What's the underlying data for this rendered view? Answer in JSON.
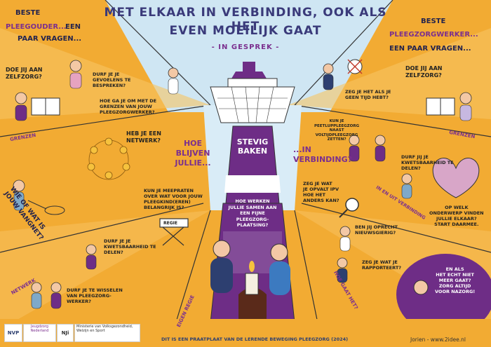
{
  "header": {
    "title_line1": "MET ELKAAR IN VERBINDING, OOK ALS HET",
    "title_line2": "EVEN MOEILIJK GAAT",
    "subtitle": "- IN GESPREK -"
  },
  "left_top": {
    "greeting_1": "BESTE",
    "greeting_2": "PLEEGOUDER...",
    "greeting_3": "EEN",
    "greeting_4": "PAAR VRAGEN...",
    "q_zelfzorg": "DOE JIJ AAN\nZELFZORG?",
    "q_gevoelens": "DURF JE JE\nGEVOELENS TE\nBESPREKEN?",
    "q_grenzen": "HOE GA JE OM MET DE\nGRENZEN VAN JOUW\nPLEEGZORGWERKER?",
    "tag_grenzen": "GRENZEN"
  },
  "right_top": {
    "greeting_1": "BESTE",
    "greeting_2": "PLEEGZORGWERKER...",
    "greeting_3": "EEN PAAR VRAGEN...",
    "q_zelfzorg": "DOE JIJ AAN\nZELFZORG?",
    "q_tijd": "ZEG JE HET ALS JE\nGEEN TIJD HEBT?",
    "tag_grenzen": "GRENZEN"
  },
  "left_middle": {
    "q_vangnet": "WIE OF WAT IS\nJOUW VANGNET?",
    "q_netwerk": "HEB JE EEN\nNETWERK?",
    "hoe_blijven": "HOE\nBLIJVEN\nJULLIE...",
    "q_meepraten": "KUN JE MEEPRATEN\nOVER WAT VOOR JOUW\nPLEEGKIND(EREN)\nBELANGRIJK IS?",
    "regie_label": "REGIE",
    "q_kwetsbaar": "DURF JE JE\nKWETSBAARHEID TE\nDELEN?",
    "tag_netwerk": "NETWERK",
    "q_wisselen": "DURF JE TE WISSELEN\nVAN PLEEGZORG-\nWERKER?",
    "tag_eigen_regie": "EIGEN REGIE"
  },
  "right_middle": {
    "q_spelen": "KUN JE\nPEETLUPPLEEGZORG\nNAAST\nVOLTIJDPLEEGZORG\nZETTEN?",
    "in_verbinding": "...IN\nVERBINDING?",
    "q_kwetsbaar": "DURF JIJ JE\nKWETSBAARHEID TE\nDELEN?",
    "q_opvalt": "ZEG JE WAT\nJE OPVALT IPV\nHOE HET\nANDERS KAN?",
    "tag_in_en_uit": "IN EN UIT VERBINDING",
    "q_onderwerp": "OP WELK\nONDERWERP VINDEN\nJULLIE ELKAAR?\nSTART DAARMEE.",
    "q_nieuwsgierig": "BEN JIJ OPRECHT\nNIEUWSGIERIG?",
    "q_rapporteert": "ZEG JE WAT JE\nRAPPORTEERT?",
    "tag_hoe_gaat": "HOE GAAT HET?",
    "q_nazorg": "EN ALS\nHET ECHT NIET\nMEER GAAT?\nZORG ALTIJD\nVOOR NAZORG!"
  },
  "lighthouse": {
    "stevig": "STEVIG\nBAKEN",
    "question": "HOE WERKEN\nJULLIE SAMEN AAN\nEEN FIJNE\nPLEEGZORG-\nPLAATSING?"
  },
  "footer": {
    "praatplaat": "DIT IS EEN PRAATPLAAT VAN DE LERENDE BEWEGING PLEEGZORG (2024)",
    "credit": "Jorien - www.2idee.nl",
    "logos": [
      "NVP",
      "Jeugdzorg Nederland",
      "NJi",
      "Ministerie van Volksgezondheid, Welzijn en Sport"
    ]
  },
  "colors": {
    "background": "#f2ab33",
    "sky": "#cfe6f3",
    "lighthouse_purple": "#6e2d86",
    "title": "#3a3a7a",
    "accent_purple": "#7b2f8e"
  }
}
